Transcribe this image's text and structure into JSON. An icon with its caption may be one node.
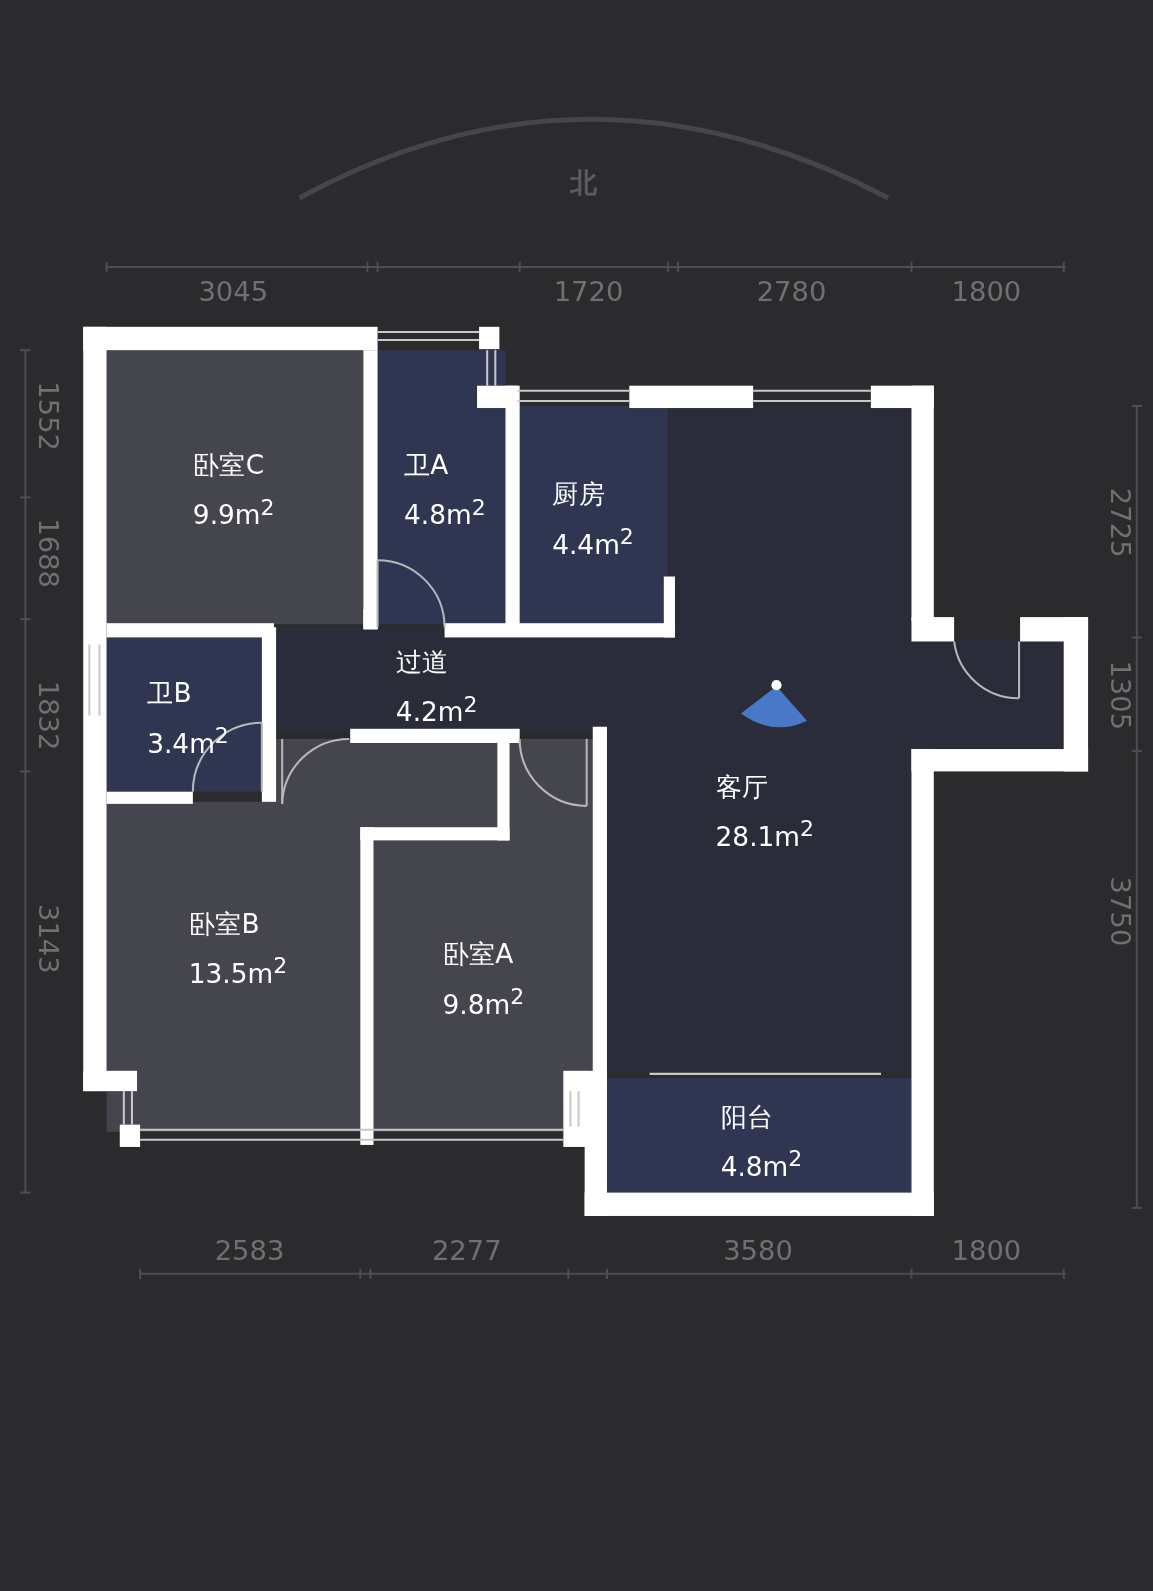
{
  "diagram": {
    "nodes": [
      {
        "text": [
          "卧室C",
          "9.9m$^{2}$"
        ]
      },
      {
        "text": [
          "卫A",
          "4.8m$^{2}$"
        ]
      },
      {
        "text": [
          "厨房",
          "4.4m$^{2}$"
        ]
      },
      {
        "text": [
          "过道",
          "4.2m$^{2}$"
        ]
      },
      {
        "text": [
          "卫B",
          "3.4m$^{2}$"
        ]
      },
      {
        "text": [
          "客厅",
          "28.1m$^{2}$"
        ]
      },
      {
        "text": [
          "卧室B",
          "13.5m$^{2}$"
        ]
      },
      {
        "text": [
          "卧室A",
          "9.8m$^{2}$"
        ]
      },
      {
        "text": [
          "阳台",
          "4.8m$^{2}$"
        ]
      }
    ],
    "labels": [
      "北",
      "3045",
      "1720",
      "2780",
      "1800",
      "1552",
      "1688",
      "1832",
      "3143",
      "2725",
      "1305",
      "3750",
      "2583",
      "2277",
      "3580",
      "1800"
    ]
  }
}
